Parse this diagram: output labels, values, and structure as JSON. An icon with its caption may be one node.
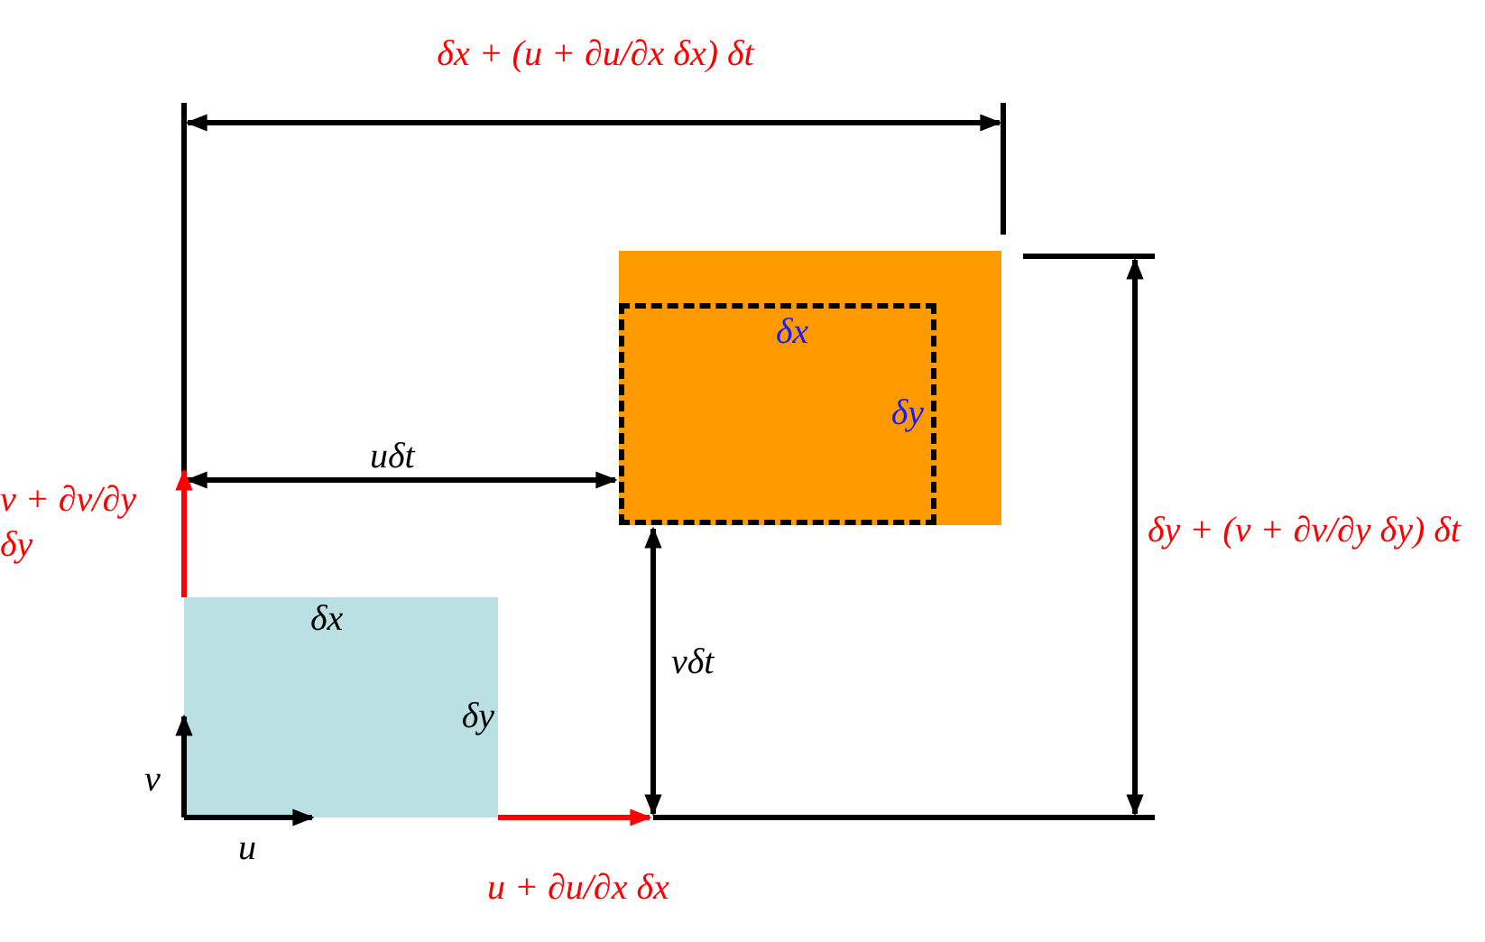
{
  "diagram": {
    "nodes": [
      {
        "text": [
          "δx",
          "δy"
        ]
      },
      {
        "text": [],
        "shape": "box"
      },
      {
        "text": [
          "δx",
          "δy"
        ],
        "in": 1
      }
    ],
    "labels": [
      "δx + (u + ∂u/∂x δx) δt",
      "uδt",
      "v + ∂v/∂y δy",
      "δy + (v + ∂v/∂y δy) δt",
      "vδt",
      "v",
      "u",
      "u + ∂u/∂x δx"
    ]
  }
}
